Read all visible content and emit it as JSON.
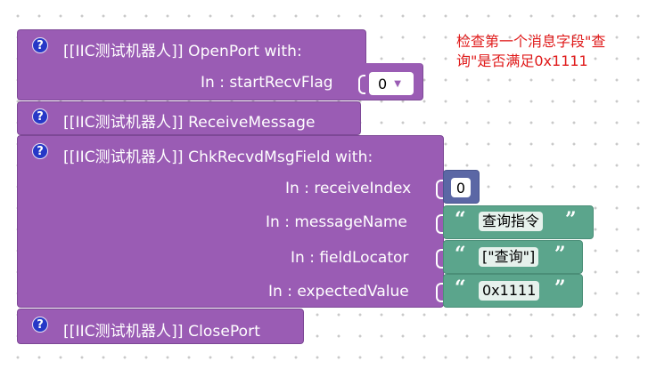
{
  "comment": {
    "line1": "检查第一个消息字段\"查",
    "line2": "询\"是否满足0x1111"
  },
  "blocks": {
    "open_port": {
      "label": "[[IIC测试机器人]]  OpenPort  with:",
      "param_label": "In : startRecvFlag",
      "dropdown_value": "0"
    },
    "receive_message": {
      "label": "[[IIC测试机器人]]  ReceiveMessage"
    },
    "chk_recvd": {
      "label": "[[IIC测试机器人]]  ChkRecvdMsgField  with:",
      "params": [
        {
          "label": "In : receiveIndex",
          "value": "0"
        },
        {
          "label": "In : messageName",
          "value": "查询指令"
        },
        {
          "label": "In : fieldLocator",
          "value": "[\"查询\"]"
        },
        {
          "label": "In : expectedValue",
          "value": "0x1111"
        }
      ]
    },
    "close_port": {
      "label": "[[IIC测试机器人]]  ClosePort"
    }
  },
  "icons": {
    "help": "?",
    "quote_open": "“",
    "quote_close": "”",
    "dropdown_arrow": "▼"
  },
  "colors": {
    "block": "#9a5cb4",
    "number_block": "#5b67a5",
    "string_block": "#5ba58c",
    "help_icon": "#2638c7",
    "comment_text": "#e01b1b"
  }
}
